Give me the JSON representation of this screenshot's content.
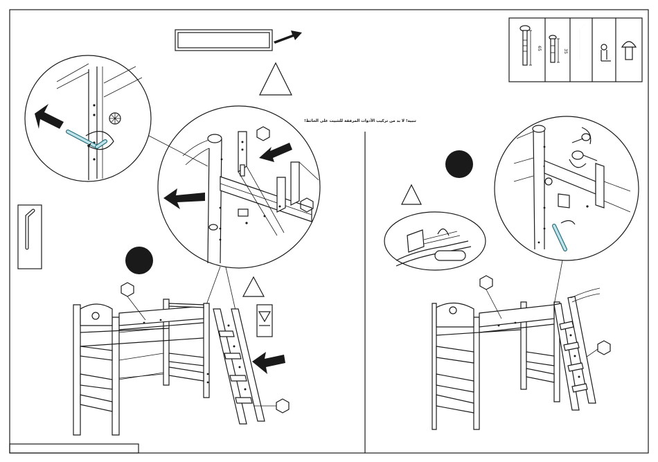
{
  "instruction": {
    "note": "تنبيه! لا بد من تركيب الأدوات المرفقة للتثبيت على الحائط!"
  },
  "hardware": [
    {
      "icon": "long-bolt-icon",
      "dimension": "65"
    },
    {
      "icon": "short-bolt-icon",
      "dimension": "35"
    },
    {
      "icon": "allen-key-icon",
      "dimension": ""
    },
    {
      "icon": "barrel-nut-icon",
      "dimension": ""
    },
    {
      "icon": "cap-nut-icon",
      "dimension": ""
    }
  ],
  "colors": {
    "line": "#1a1a1a",
    "highlight": "#bfe3ea",
    "highlight_stroke": "#2a6f7a"
  }
}
